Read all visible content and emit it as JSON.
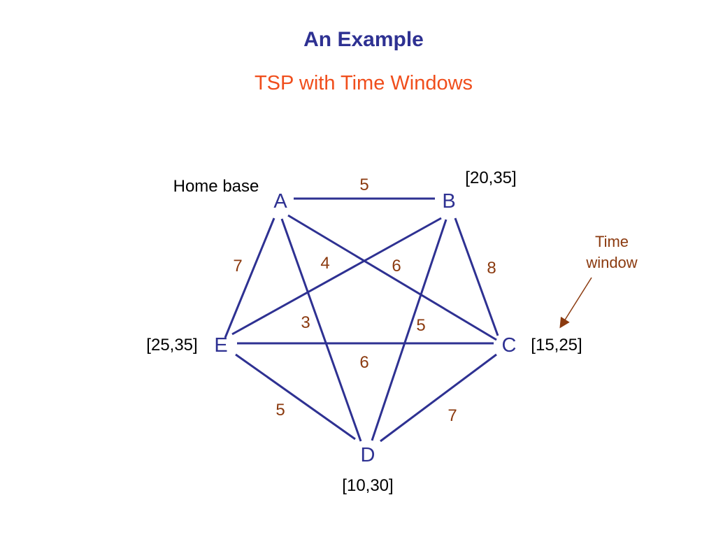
{
  "title": "An Example",
  "subtitle": "TSP with Time Windows",
  "colors": {
    "title": "#2e3192",
    "subtitle": "#f04e1c",
    "edge": "#2e3192",
    "node_label": "#2e3192",
    "weight": "#8b3a0f",
    "annotation": "#8b3a0f",
    "text": "#000000"
  },
  "nodes": [
    {
      "id": "A",
      "label": "A",
      "window": "",
      "note": "Home base"
    },
    {
      "id": "B",
      "label": "B",
      "window": "[20,35]"
    },
    {
      "id": "C",
      "label": "C",
      "window": "[15,25]"
    },
    {
      "id": "D",
      "label": "D",
      "window": "[10,30]"
    },
    {
      "id": "E",
      "label": "E",
      "window": "[25,35]"
    }
  ],
  "edges": [
    {
      "from": "A",
      "to": "B",
      "weight": "5"
    },
    {
      "from": "A",
      "to": "E",
      "weight": "7"
    },
    {
      "from": "B",
      "to": "E",
      "weight": "4"
    },
    {
      "from": "A",
      "to": "C",
      "weight": "6"
    },
    {
      "from": "B",
      "to": "C",
      "weight": "8"
    },
    {
      "from": "A",
      "to": "D",
      "weight": "3"
    },
    {
      "from": "B",
      "to": "D",
      "weight": "5"
    },
    {
      "from": "E",
      "to": "C",
      "weight": "6"
    },
    {
      "from": "E",
      "to": "D",
      "weight": "5"
    },
    {
      "from": "C",
      "to": "D",
      "weight": "7"
    }
  ],
  "annotation": {
    "line1": "Time",
    "line2": "window"
  }
}
